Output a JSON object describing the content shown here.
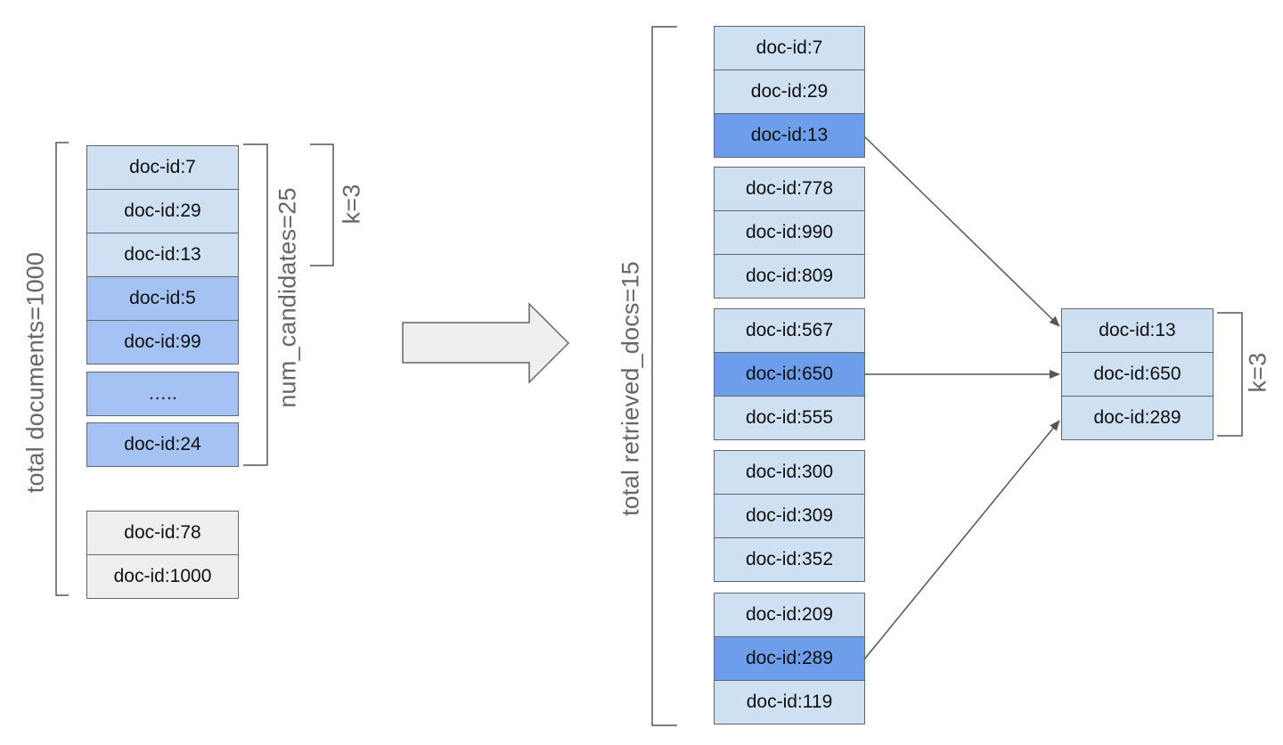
{
  "left_panel": {
    "total_label": "total documents=1000",
    "num_candidates_label": "num_candidates=25",
    "k_label": "k=3",
    "candidates": [
      {
        "text": "doc-id:7",
        "tone": "light"
      },
      {
        "text": "doc-id:29",
        "tone": "light"
      },
      {
        "text": "doc-id:13",
        "tone": "light"
      },
      {
        "text": "doc-id:5",
        "tone": "mid"
      },
      {
        "text": "doc-id:99",
        "tone": "mid"
      },
      {
        "text": "…..",
        "tone": "mid"
      },
      {
        "text": "doc-id:24",
        "tone": "mid"
      }
    ],
    "others": [
      {
        "text": "doc-id:78",
        "tone": "grey"
      },
      {
        "text": "doc-id:1000",
        "tone": "grey"
      }
    ]
  },
  "middle_panel": {
    "total_label": "total retrieved_docs=15",
    "groups": [
      [
        {
          "text": "doc-id:7",
          "tone": "light"
        },
        {
          "text": "doc-id:29",
          "tone": "light"
        },
        {
          "text": "doc-id:13",
          "tone": "dark"
        }
      ],
      [
        {
          "text": "doc-id:778",
          "tone": "light"
        },
        {
          "text": "doc-id:990",
          "tone": "light"
        },
        {
          "text": "doc-id:809",
          "tone": "light"
        }
      ],
      [
        {
          "text": "doc-id:567",
          "tone": "light"
        },
        {
          "text": "doc-id:650",
          "tone": "dark"
        },
        {
          "text": "doc-id:555",
          "tone": "light"
        }
      ],
      [
        {
          "text": "doc-id:300",
          "tone": "light"
        },
        {
          "text": "doc-id:309",
          "tone": "light"
        },
        {
          "text": "doc-id:352",
          "tone": "light"
        }
      ],
      [
        {
          "text": "doc-id:209",
          "tone": "light"
        },
        {
          "text": "doc-id:289",
          "tone": "dark"
        },
        {
          "text": "doc-id:119",
          "tone": "light"
        }
      ]
    ]
  },
  "right_panel": {
    "k_label": "k=3",
    "results": [
      {
        "text": "doc-id:13",
        "tone": "light"
      },
      {
        "text": "doc-id:650",
        "tone": "light"
      },
      {
        "text": "doc-id:289",
        "tone": "light"
      }
    ]
  },
  "colors": {
    "light": "#cfe0f3",
    "mid": "#a4c2f4",
    "dark": "#6d9eeb",
    "grey": "#efefef",
    "border": "#666666",
    "label_text": "#666666",
    "arrow_fill": "#efefef"
  }
}
